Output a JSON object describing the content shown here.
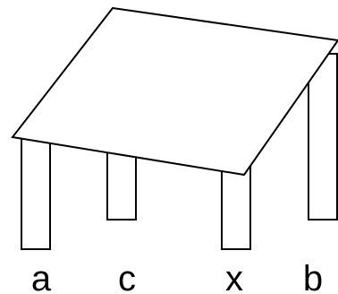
{
  "labels": {
    "a": "a",
    "c": "c",
    "x": "x",
    "b": "b"
  },
  "colors": {
    "stroke": "#000000",
    "fill": "#ffffff"
  }
}
